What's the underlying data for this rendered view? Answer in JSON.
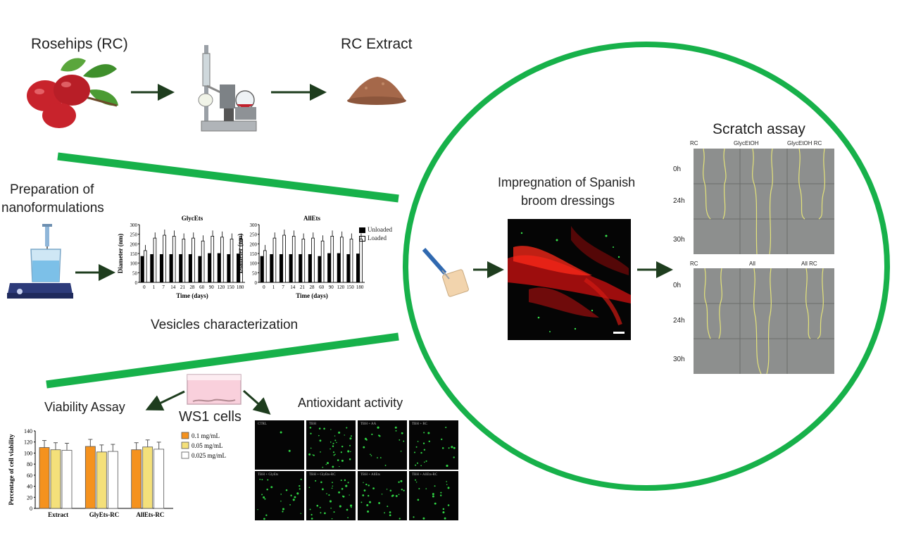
{
  "labels": {
    "rosehips": "Rosehips (RC)",
    "rc_extract": "RC Extract",
    "preparation_line1": "Preparation of",
    "preparation_line2": "nanoformulations",
    "vesicles": "Vesicles characterization",
    "impregnation_line1": "Impregnation of Spanish",
    "impregnation_line2": "broom dressings",
    "scratch": "Scratch assay",
    "viability": "Viability Assay",
    "ws1": "WS1 cells",
    "antioxidant": "Antioxidant activity"
  },
  "colors": {
    "green": "#17b14a",
    "arrow": "#1e3d1e",
    "orange": "#f5921e",
    "yellow": "#f4e07a"
  },
  "chart_data": [
    {
      "type": "bar",
      "title": "GlycEts",
      "xlabel": "Time (days)",
      "ylabel": "Diameter (nm)",
      "ylim": [
        0,
        300
      ],
      "yticks": [
        "0",
        "50",
        "100",
        "150",
        "200",
        "250",
        "300"
      ],
      "categories": [
        "0",
        "1",
        "7",
        "14",
        "21",
        "28",
        "60",
        "90",
        "120",
        "150",
        "180"
      ],
      "series": [
        {
          "name": "Unloaded",
          "values": [
            135,
            145,
            145,
            145,
            145,
            145,
            135,
            150,
            150,
            145,
            148
          ]
        },
        {
          "name": "Loaded",
          "values": [
            165,
            230,
            245,
            240,
            225,
            230,
            215,
            240,
            235,
            225,
            225
          ]
        }
      ],
      "legend": "right"
    },
    {
      "type": "bar",
      "title": "AllEts",
      "xlabel": "Time (days)",
      "ylabel": "Diameter (nm)",
      "ylim": [
        0,
        300
      ],
      "yticks": [
        "0",
        "50",
        "100",
        "150",
        "200",
        "250",
        "300"
      ],
      "categories": [
        "0",
        "1",
        "7",
        "14",
        "21",
        "28",
        "60",
        "90",
        "120",
        "150",
        "180"
      ],
      "series": [
        {
          "name": "Unloaded",
          "values": [
            135,
            145,
            145,
            145,
            145,
            145,
            135,
            150,
            150,
            145,
            148
          ]
        },
        {
          "name": "Loaded",
          "values": [
            165,
            230,
            245,
            240,
            225,
            230,
            215,
            240,
            235,
            225,
            225
          ]
        }
      ],
      "legend": "right"
    },
    {
      "type": "bar",
      "title": "",
      "xlabel": "",
      "ylabel": "Percentage of cell viability",
      "ylim": [
        0,
        140
      ],
      "yticks": [
        "0",
        "20",
        "40",
        "60",
        "80",
        "100",
        "120",
        "140"
      ],
      "categories": [
        "Extract",
        "GlyEts-RC",
        "AllEts-RC"
      ],
      "series": [
        {
          "name": "0.1 mg/mL",
          "values": [
            110,
            112,
            106
          ]
        },
        {
          "name": "0.05 mg/mL",
          "values": [
            106,
            102,
            111
          ]
        },
        {
          "name": "0.025 mg/mL",
          "values": [
            105,
            103,
            107
          ]
        }
      ],
      "legend": "right"
    }
  ],
  "scratch": {
    "top_columns": [
      "RC",
      "GlycEtOH",
      "GlycEtOH RC"
    ],
    "bottom_columns": [
      "RC",
      "All",
      "All RC"
    ],
    "rows": [
      "0h",
      "24h",
      "30h"
    ]
  },
  "antioxidant": {
    "panels": [
      "CTRL",
      "TBH",
      "TBH + AA",
      "TBH + RC",
      "TBH + GlyEts",
      "TBH + GlyEts-RC",
      "TBH + AllEts",
      "TBH + AllEts-RC"
    ]
  }
}
